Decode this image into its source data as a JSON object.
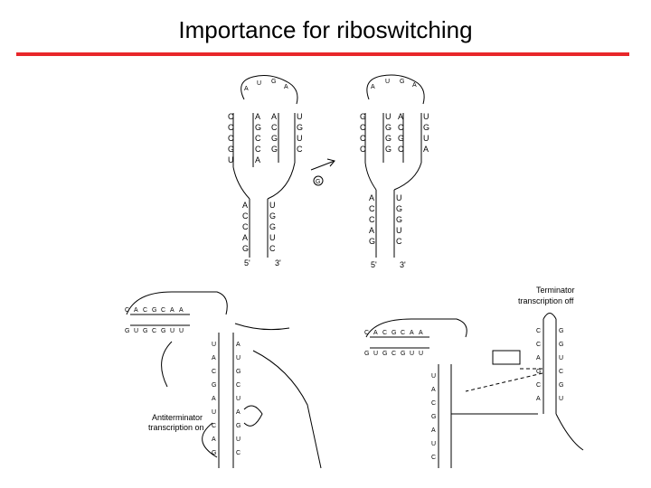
{
  "slide": {
    "title": "Importance for riboswitching",
    "accent_color": "#e8262a"
  },
  "top_figure": {
    "left_end_5": "5'",
    "left_end_3": "3'",
    "right_end_5": "5'",
    "right_end_3": "3'",
    "ligand_symbol": "G",
    "arrow_icon": "right-arrow-icon"
  },
  "bottom_left_figure": {
    "label_line1": "Antiterminator",
    "label_line2": "transcription on"
  },
  "bottom_right_figure": {
    "label_line1": "Terminator",
    "label_line2": "transcription off"
  }
}
